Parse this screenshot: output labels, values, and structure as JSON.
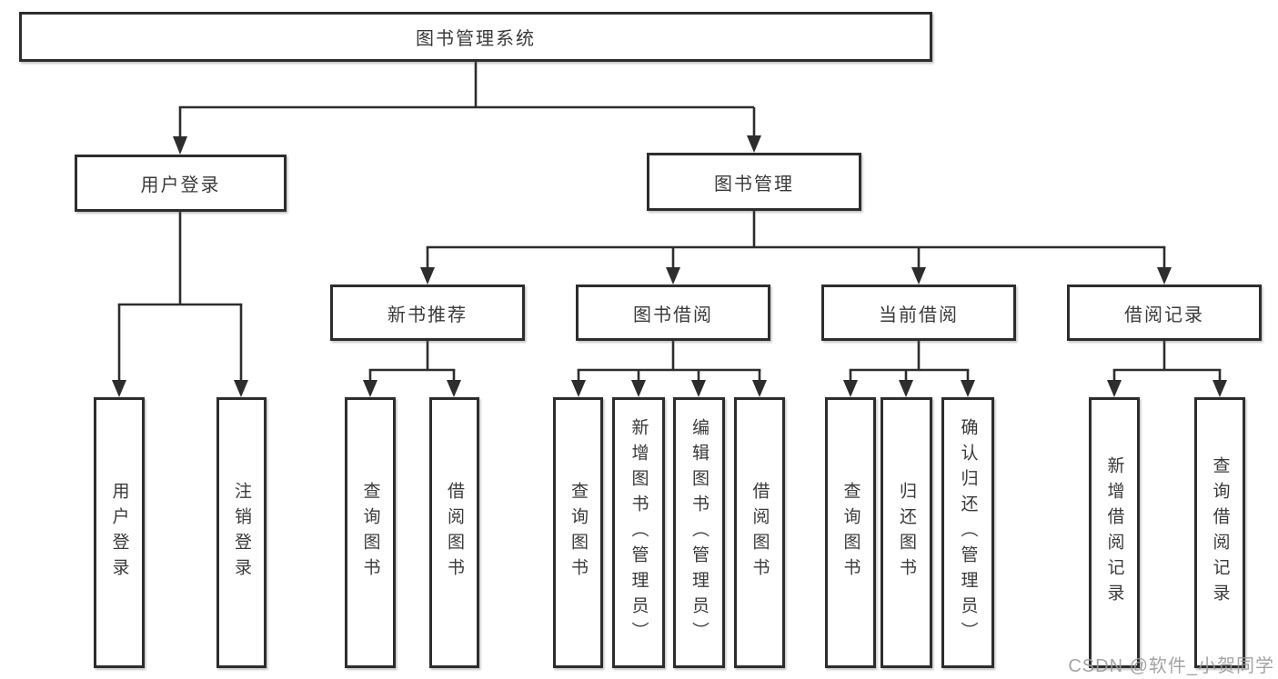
{
  "diagram_title": "图书管理系统",
  "colors": {
    "line": "#2d2d2d",
    "box_border": "#2d2d2d",
    "text": "#3a3a3a",
    "watermark": "#9b9b9b",
    "background": "#ffffff"
  },
  "nodes": {
    "root": "图书管理系统",
    "level2": {
      "user_login": "用户登录",
      "book_management": "图书管理"
    },
    "level3": {
      "new_book_recommend": "新书推荐",
      "book_borrow": "图书借阅",
      "current_borrow": "当前借阅",
      "borrow_records": "借阅记录"
    },
    "leaves": {
      "user_login": "用户登录",
      "logout": "注销登录",
      "recommend_query_book": "查询图书",
      "recommend_borrow_book": "借阅图书",
      "borrow_query_book": "查询图书",
      "borrow_add_book": "新增图书（管理员）",
      "borrow_edit_book": "编辑图书（管理员）",
      "borrow_borrow_book": "借阅图书",
      "current_query_book": "查询图书",
      "current_return_book": "归还图书",
      "current_confirm_return": "确认归还（管理员）",
      "records_add_record": "新增借阅记录",
      "records_query_record": "查询借阅记录"
    }
  },
  "watermark": "CSDN @软件_小贺同学"
}
